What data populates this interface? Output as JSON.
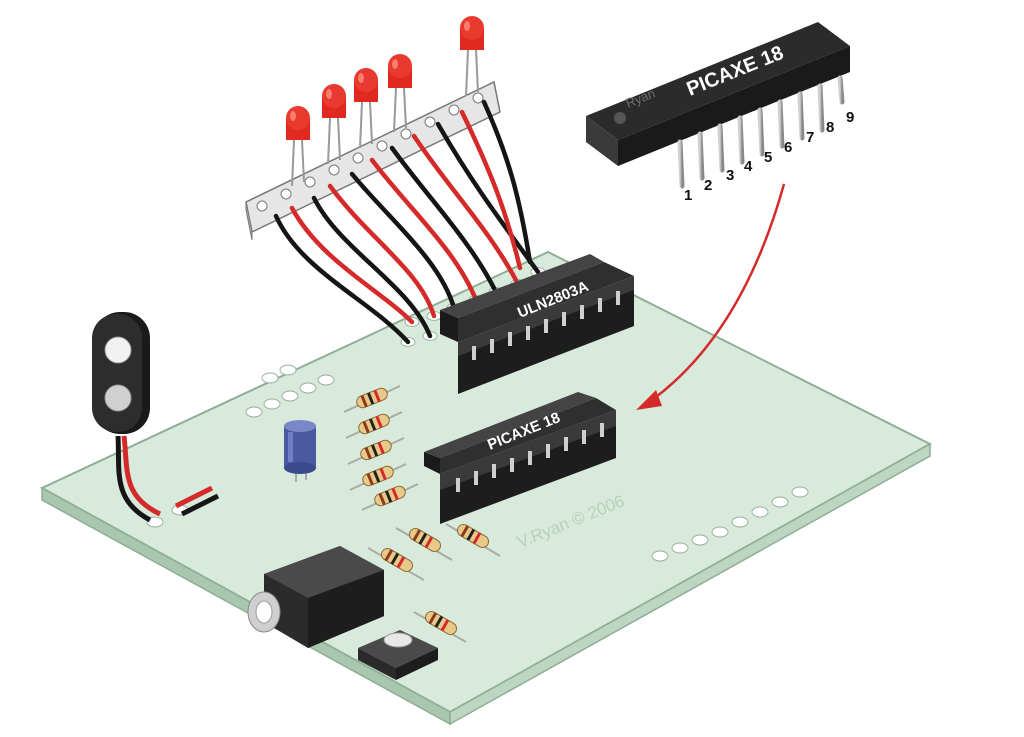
{
  "labels": {
    "floating_chip": "PICAXE 18",
    "floating_chip_brand": "Ryan",
    "socket_chip": "PICAXE 18",
    "driver_chip": "ULN2803A",
    "copyright": "V.Ryan © 2006",
    "pin_numbers": [
      "1",
      "2",
      "3",
      "4",
      "5",
      "6",
      "7",
      "8",
      "9"
    ]
  },
  "components": {
    "led_count": 5,
    "resistor_count_left_column": 5,
    "resistor_count_lower": 4
  },
  "colors": {
    "board": "#d8eadb",
    "board_edge": "#9fbfa5",
    "chip_body": "#2b2b2b",
    "wire_red": "#d42a2a",
    "wire_black": "#151515",
    "led_red": "#e02a20",
    "arrow": "#d42a2a",
    "capacitor": "#4a5aa0",
    "resistor_body": "#e8c98a"
  }
}
